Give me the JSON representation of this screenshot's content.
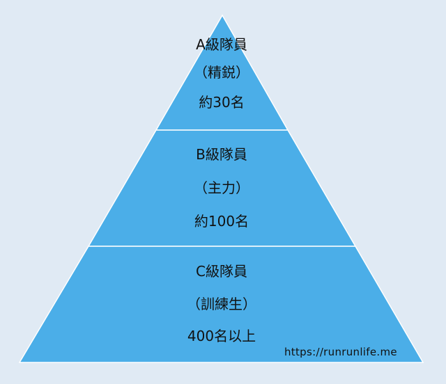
{
  "tiers": [
    {
      "title": "A級隊員",
      "role": "（精鋭）",
      "count": "約30名"
    },
    {
      "title": "B級隊員",
      "role": "（主力）",
      "count": "約100名"
    },
    {
      "title": "C級隊員",
      "role": "（訓練生）",
      "count": "400名以上"
    }
  ],
  "watermark": "https://runrunlife.me",
  "colors": {
    "background": "#e0eaf4",
    "fill": "#4baee8",
    "stroke": "#ffffff"
  }
}
